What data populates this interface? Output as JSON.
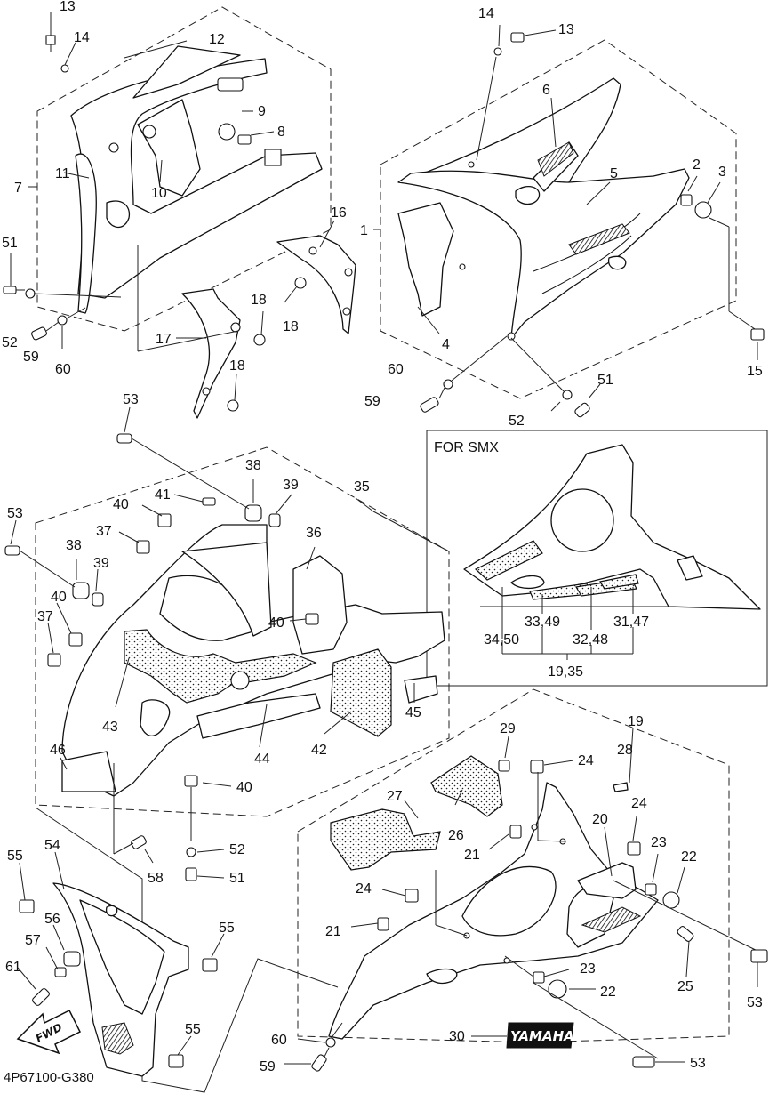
{
  "diagram": {
    "figure_code": "4P67100-G380",
    "inset_title": "FOR SMX",
    "logo_text": "YAMAHA",
    "fwd_text": "FWD",
    "labels": {
      "n13a": "13",
      "n14a": "14",
      "n12": "12",
      "n9": "9",
      "n8": "8",
      "n7": "7",
      "n11": "11",
      "n10": "10",
      "n51a": "51",
      "n52a": "52",
      "n59a": "59",
      "n60a": "60",
      "n17": "17",
      "n18a": "18",
      "n18b": "18",
      "n18c": "18",
      "n16": "16",
      "n14b": "14",
      "n13b": "13",
      "n6": "6",
      "n5": "5",
      "n2": "2",
      "n3": "3",
      "n1": "1",
      "n4": "4",
      "n15": "15",
      "n60b": "60",
      "n59b": "59",
      "n52b": "52",
      "n51b": "51",
      "n53a": "53",
      "n53b": "53",
      "n38a": "38",
      "n39a": "39",
      "n35": "35",
      "n41": "41",
      "n40a": "40",
      "n37a": "37",
      "n36": "36",
      "n38b": "38",
      "n39b": "39",
      "n40b": "40",
      "n40c": "40",
      "n37b": "37",
      "n43": "43",
      "n45": "45",
      "n42": "42",
      "n44": "44",
      "n46": "46",
      "n40d": "40",
      "n52c": "52",
      "n51c": "51",
      "n58": "58",
      "s34_50": "34,50",
      "s33_49": "33,49",
      "s32_48": "32,48",
      "s31_47": "31,47",
      "s19_35": "19,35",
      "n19": "19",
      "n28": "28",
      "n29": "29",
      "n24a": "24",
      "n27": "27",
      "n26": "26",
      "n21a": "21",
      "n24b": "24",
      "n20": "20",
      "n23a": "23",
      "n22a": "22",
      "n24c": "24",
      "n21b": "21",
      "n25": "25",
      "n53c": "53",
      "n23b": "23",
      "n22b": "22",
      "n53d": "53",
      "n30": "30",
      "n60c": "60",
      "n59c": "59",
      "n54": "54",
      "n55a": "55",
      "n56": "56",
      "n57": "57",
      "n61": "61",
      "n55b": "55",
      "n55c": "55"
    }
  }
}
